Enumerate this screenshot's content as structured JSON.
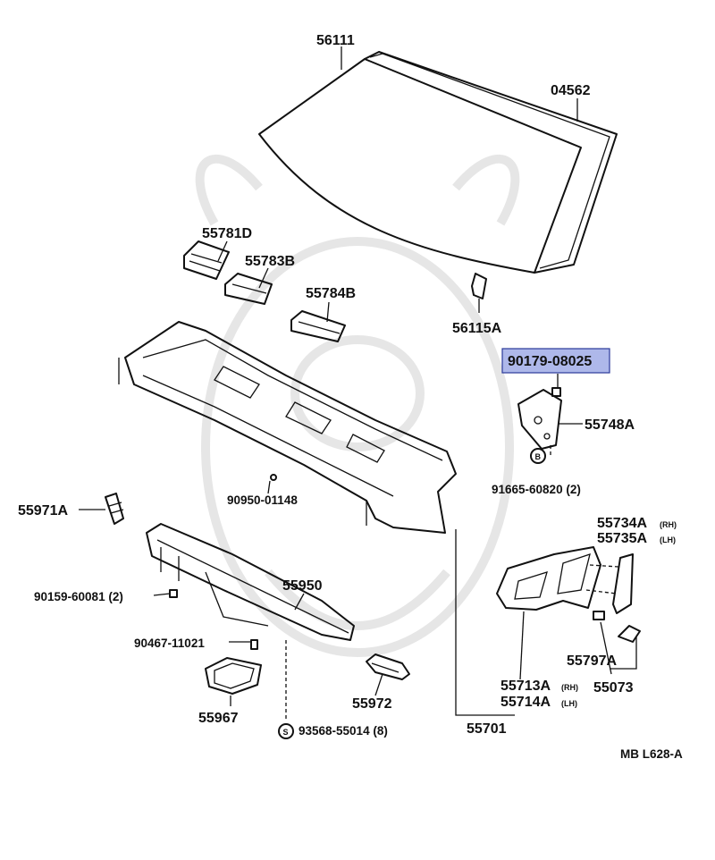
{
  "colors": {
    "ink": "#111111",
    "highlight_fill": "#aeb8ea",
    "highlight_border": "#2b3a9a",
    "watermark": "#e6e6e6",
    "background": "#ffffff"
  },
  "highlighted_part": "90179-08025",
  "labels": {
    "p56111": "56111",
    "p04562": "04562",
    "p55781D": "55781D",
    "p55783B": "55783B",
    "p55784B": "55784B",
    "p56115A": "56115A",
    "p90179": "90179-08025",
    "p55748A": "55748A",
    "p91665": "91665-60820 (2)",
    "p90950": "90950-01148",
    "p55971A": "55971A",
    "p55734A": "55734A",
    "p55734A_side": "(RH)",
    "p55735A": "55735A",
    "p55735A_side": "(LH)",
    "p90159": "90159-60081 (2)",
    "p55950": "55950",
    "p90467": "90467-11021",
    "p55797A": "55797A",
    "p55713A": "55713A",
    "p55713A_side": "(RH)",
    "p55714A": "55714A",
    "p55714A_side": "(LH)",
    "p55073": "55073",
    "p55972": "55972",
    "p55967": "55967",
    "p93568": "93568-55014 (8)",
    "p55701": "55701",
    "ref_code": "MB L628-A"
  },
  "symbols": {
    "clip_marker": "B",
    "screw_marker": "S"
  }
}
